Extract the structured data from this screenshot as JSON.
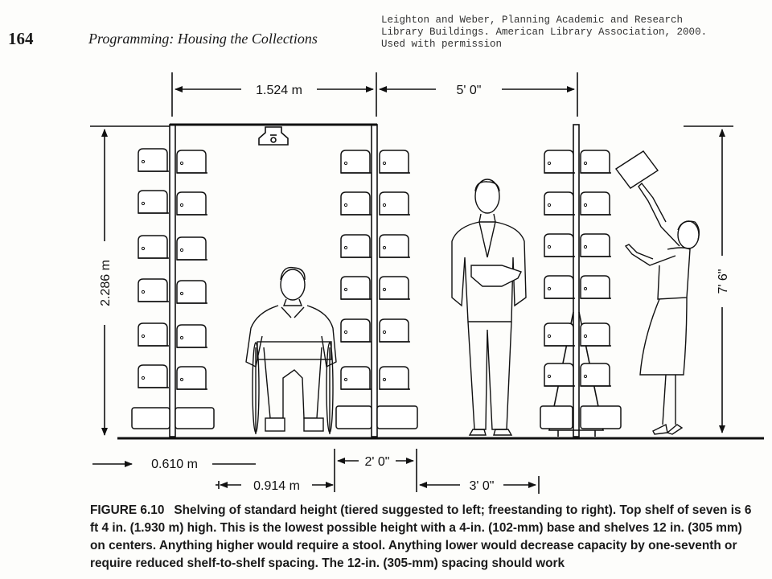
{
  "header": {
    "page_number": "164",
    "running_head": "Programming: Housing the Collections",
    "credit_lines": [
      "Leighton and Weber, Planning Academic and Research",
      "Library Buildings. American Library Association, 2000.",
      "Used with permission"
    ]
  },
  "figure": {
    "dimensions": {
      "top_left_width": "1.524 m",
      "top_right_width": "5' 0\"",
      "left_height": "2.286 m",
      "right_height": "7' 6\"",
      "bottom_left": "0.610 m",
      "bottom_center": "0.914 m",
      "bottom_mid": "2' 0\"",
      "bottom_right": "3' 0\""
    }
  },
  "caption": {
    "label": "FIGURE 6.10",
    "text": "Shelving of standard height (tiered suggested to left; freestanding to right). Top shelf of seven is 6 ft 4 in. (1.930 m) high. This is the lowest possible height with a 4-in. (102-mm) base and shelves 12 in. (305 mm) on centers. Anything higher would require a stool. Anything lower would decrease capacity by one-seventh or require reduced shelf-to-shelf spacing. The 12-in. (305-mm) spacing should work"
  }
}
